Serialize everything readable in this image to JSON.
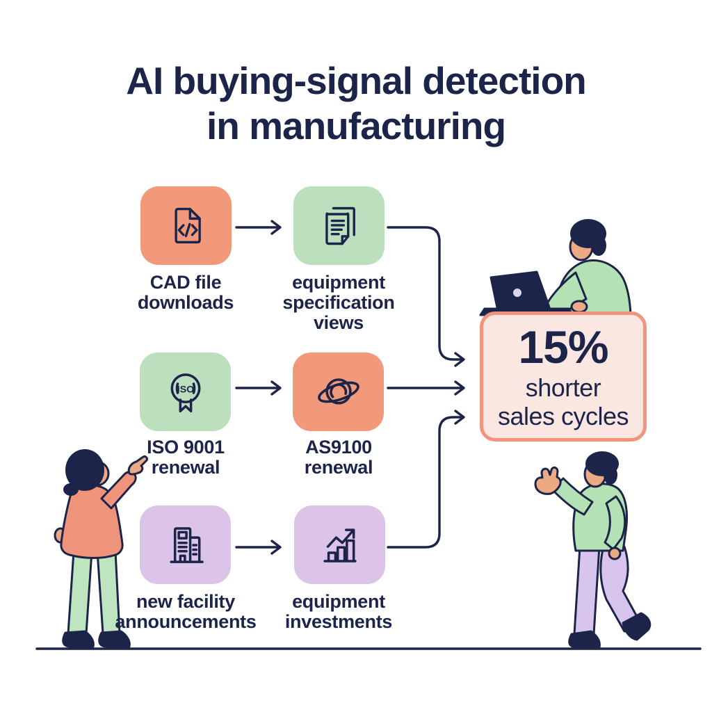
{
  "title": "AI buying-signal detection\nin manufacturing",
  "signals": [
    {
      "label": "CAD file\ndownloads",
      "icon": "code-file-icon",
      "box_color": "#F2997C"
    },
    {
      "label": "equipment\nspecification\nviews",
      "icon": "document-stack-icon",
      "box_color": "#BCE0BE"
    },
    {
      "label": "ISO 9001\nrenewal",
      "icon": "iso-badge-icon",
      "box_color": "#BCE0BE",
      "badge_text": "ISO"
    },
    {
      "label": "AS9100\nrenewal",
      "icon": "planet-icon",
      "box_color": "#F2997C"
    },
    {
      "label": "new facility\nannouncements",
      "icon": "building-icon",
      "box_color": "#DCC4E9"
    },
    {
      "label": "equipment\ninvestments",
      "icon": "bar-chart-icon",
      "box_color": "#DCC4E9"
    }
  ],
  "result": {
    "value": "15%",
    "description": "shorter\nsales cycles",
    "fill_color": "#FBE7E1",
    "border_color": "#F2937D"
  },
  "colors": {
    "text_navy": "#1D2449",
    "salmon": "#F2997C",
    "green": "#BCE0BE",
    "purple": "#DCC4E9"
  },
  "illustrations": [
    "woman-pointing",
    "man-at-laptop",
    "man-walking"
  ]
}
